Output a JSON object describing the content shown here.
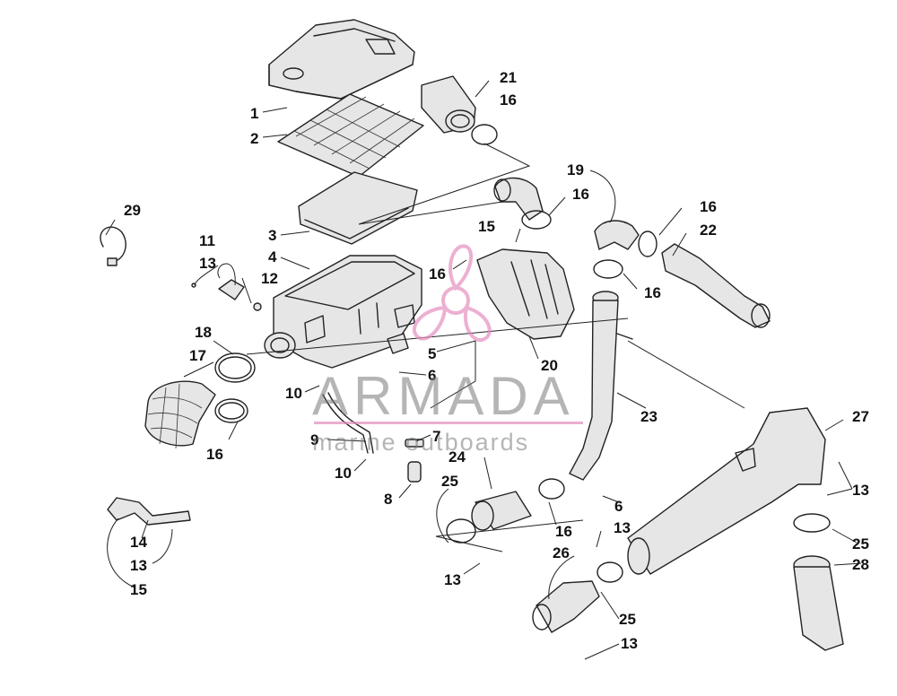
{
  "watermark": {
    "title": "ARMADA",
    "subtitle": "marine outboards",
    "accent_color": "#e58fc0"
  },
  "callouts": [
    {
      "id": "c1",
      "label": "1"
    },
    {
      "id": "c2",
      "label": "2"
    },
    {
      "id": "c3",
      "label": "3"
    },
    {
      "id": "c4",
      "label": "4"
    },
    {
      "id": "c5",
      "label": "5"
    },
    {
      "id": "c6a",
      "label": "6"
    },
    {
      "id": "c6b",
      "label": "6"
    },
    {
      "id": "c7",
      "label": "7"
    },
    {
      "id": "c8",
      "label": "8"
    },
    {
      "id": "c9",
      "label": "9"
    },
    {
      "id": "c10a",
      "label": "10"
    },
    {
      "id": "c10b",
      "label": "10"
    },
    {
      "id": "c11",
      "label": "11"
    },
    {
      "id": "c12",
      "label": "12"
    },
    {
      "id": "c13a",
      "label": "13"
    },
    {
      "id": "c13b",
      "label": "13"
    },
    {
      "id": "c13c",
      "label": "13"
    },
    {
      "id": "c13d",
      "label": "13"
    },
    {
      "id": "c13e",
      "label": "13"
    },
    {
      "id": "c13f",
      "label": "13"
    },
    {
      "id": "c14",
      "label": "14"
    },
    {
      "id": "c15a",
      "label": "15"
    },
    {
      "id": "c15b",
      "label": "15"
    },
    {
      "id": "c16a",
      "label": "16"
    },
    {
      "id": "c16b",
      "label": "16"
    },
    {
      "id": "c16c",
      "label": "16"
    },
    {
      "id": "c16d",
      "label": "16"
    },
    {
      "id": "c16e",
      "label": "16"
    },
    {
      "id": "c16f",
      "label": "16"
    },
    {
      "id": "c16g",
      "label": "16"
    },
    {
      "id": "c17",
      "label": "17"
    },
    {
      "id": "c18",
      "label": "18"
    },
    {
      "id": "c19",
      "label": "19"
    },
    {
      "id": "c20",
      "label": "20"
    },
    {
      "id": "c21",
      "label": "21"
    },
    {
      "id": "c22",
      "label": "22"
    },
    {
      "id": "c23",
      "label": "23"
    },
    {
      "id": "c24",
      "label": "24"
    },
    {
      "id": "c25a",
      "label": "25"
    },
    {
      "id": "c25b",
      "label": "25"
    },
    {
      "id": "c25c",
      "label": "25"
    },
    {
      "id": "c26",
      "label": "26"
    },
    {
      "id": "c27",
      "label": "27"
    },
    {
      "id": "c28",
      "label": "28"
    },
    {
      "id": "c29",
      "label": "29"
    }
  ]
}
